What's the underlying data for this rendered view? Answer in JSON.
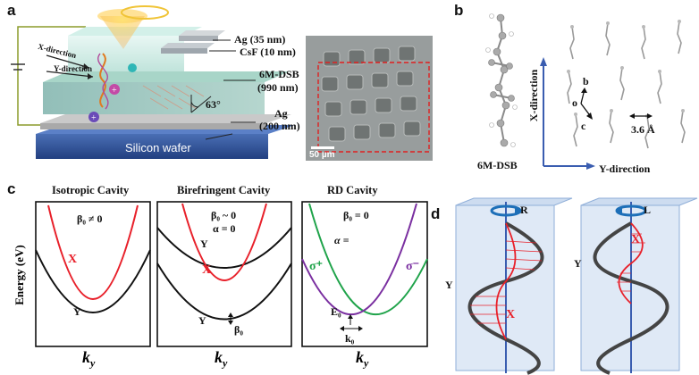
{
  "panel_a": {
    "label": "a",
    "layers": [
      "Ag (35 nm)",
      "CsF (10 nm)",
      "6M-DSB",
      "(990 nm)",
      "Ag",
      "(200 nm)"
    ],
    "substrate": "Silicon wafer",
    "axes": [
      "X-direction",
      "Y-direction"
    ],
    "angle": "63°",
    "scale_bar": "50 µm"
  },
  "panel_b": {
    "label": "b",
    "molecule_name": "6M-DSB",
    "axis_x": "X-direction",
    "axis_y": "Y-direction",
    "lattice_axes": [
      "b",
      "o",
      "c"
    ],
    "spacing": "3.6 Å"
  },
  "panel_c": {
    "label": "c",
    "ylabel": "Energy (eV)",
    "xlabel": "k",
    "xlabel_sub": "y",
    "plots": [
      {
        "title": "Isotropic Cavity",
        "condition": "β₀ ≠ 0",
        "labels": [
          "X",
          "Y"
        ]
      },
      {
        "title": "Birefringent Cavity",
        "condition": "β₀ ~ 0",
        "condition2": "α = 0",
        "labels": [
          "Y",
          "X",
          "Y",
          "β₀"
        ]
      },
      {
        "title": "RD Cavity",
        "condition": "β₀ = 0",
        "condition2": "α =",
        "labels": [
          "σ⁺",
          "σ⁻",
          "E₀",
          "k₀"
        ]
      }
    ],
    "colors": {
      "x_branch": "#e8202a",
      "y_branch": "#111111",
      "sigma_plus": "#1fa34a",
      "sigma_minus": "#7a2fa0"
    }
  },
  "panel_d": {
    "label": "d",
    "left": {
      "rotation": "R",
      "labels": [
        "Y",
        "X"
      ]
    },
    "right": {
      "rotation": "L",
      "labels": [
        "Y",
        "X"
      ]
    }
  }
}
